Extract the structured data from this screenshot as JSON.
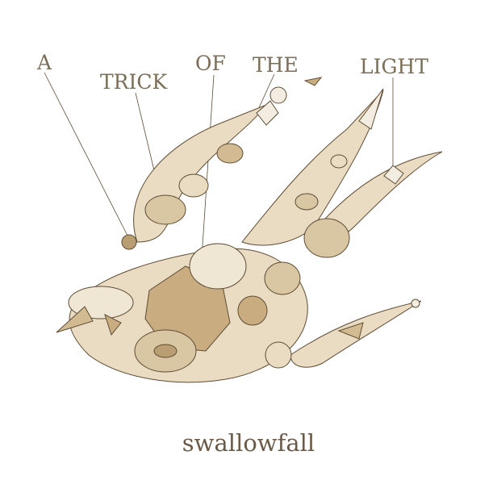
{
  "title_words": [
    "A",
    "TRICK",
    "OF",
    "THE",
    "LIGHT"
  ],
  "artist": "swallowfall",
  "colors": {
    "title": "#7a6e58",
    "artist": "#6b5a48",
    "fill": "#e9dcc2",
    "stroke": "#5e4c34",
    "shade": "#b99e74"
  }
}
